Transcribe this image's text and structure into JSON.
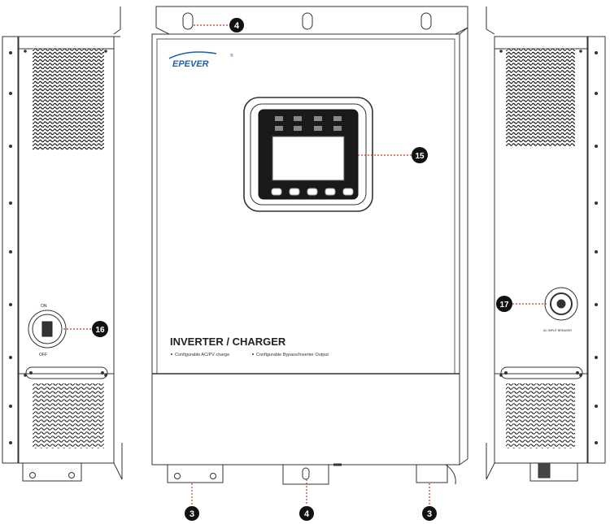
{
  "front": {
    "brand": "EPEVER",
    "brand_mark": "®",
    "title": "INVERTER / CHARGER",
    "features": [
      "Configurable AC/PV charge",
      "Configurable Bypass/Inverter Output"
    ]
  },
  "left_side": {
    "switch_on_label": "ON",
    "switch_off_label": "OFF"
  },
  "right_side": {
    "ac_input_label": "AC INPUT BREAKER"
  },
  "callouts": {
    "top_hook": "4",
    "display": "15",
    "power_switch": "16",
    "ac_breaker": "17",
    "left_foot": "3",
    "bottom_hook": "4",
    "right_foot": "3"
  },
  "colors": {
    "line": "#333333",
    "callout_fill": "#111111",
    "leader": "#c0392b",
    "brand": "#1f5fa8"
  }
}
